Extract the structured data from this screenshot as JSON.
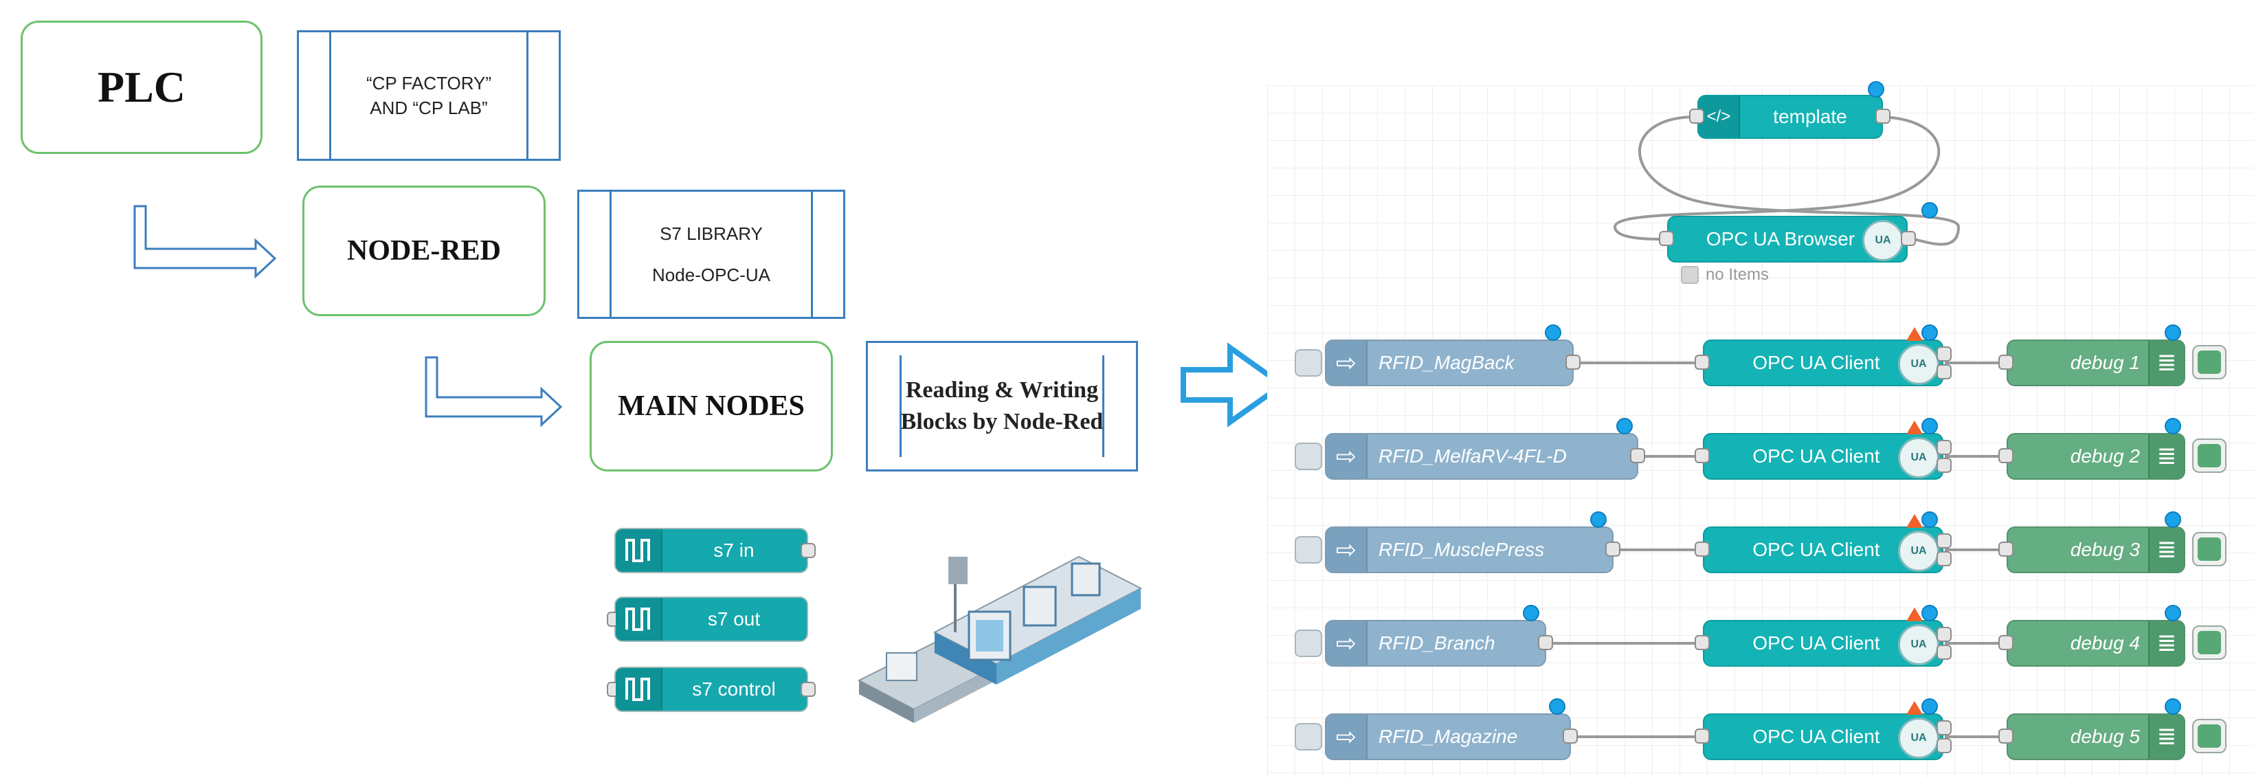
{
  "left_diagram": {
    "plc": "PLC",
    "cp_label": "“CP FACTORY”\nAND “CP LAB”",
    "node_red": "NODE-RED",
    "libraries": "S7 LIBRARY\n\nNode-OPC-UA",
    "main_nodes": "MAIN NODES",
    "reading_writing": "Reading & Writing\nBlocks by Node-Red",
    "s7_nodes": [
      "s7 in",
      "s7 out",
      "s7 control"
    ]
  },
  "flow": {
    "template": "template",
    "browser": "OPC UA Browser",
    "browser_status": "no Items",
    "rows": [
      {
        "inject": "RFID_MagBack",
        "client": "OPC UA Client",
        "debug": "debug 1"
      },
      {
        "inject": "RFID_MelfaRV-4FL-D",
        "client": "OPC UA Client",
        "debug": "debug 2"
      },
      {
        "inject": "RFID_MusclePress",
        "client": "OPC UA Client",
        "debug": "debug 3"
      },
      {
        "inject": "RFID_Branch",
        "client": "OPC UA Client",
        "debug": "debug 4"
      },
      {
        "inject": "RFID_Magazine",
        "client": "OPC UA Client",
        "debug": "debug 5"
      }
    ]
  },
  "colors": {
    "green_border": "#6cc26c",
    "blue_border": "#3c7ebd",
    "teal_node": "#14b3b5",
    "inject_node": "#8fb3cd",
    "debug_node": "#65ad82",
    "arrow": "#2a9fe0"
  }
}
